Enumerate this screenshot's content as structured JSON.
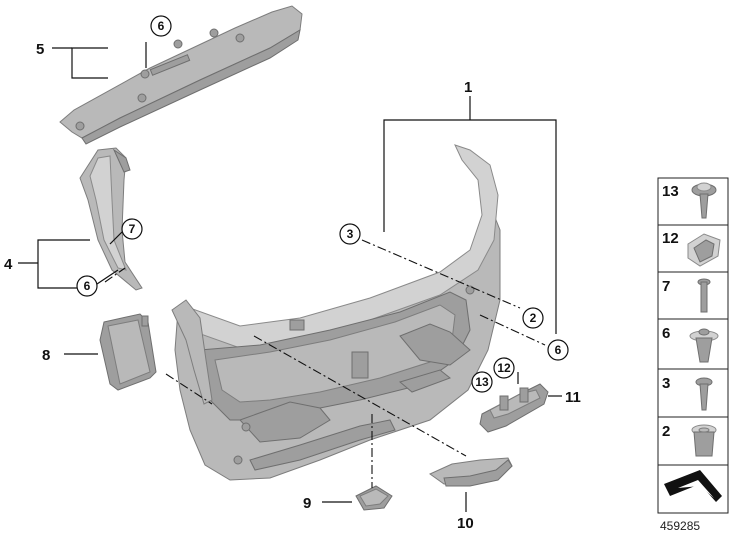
{
  "callouts": {
    "c1": "1",
    "c2": "2",
    "c3": "3",
    "c4": "4",
    "c5": "5",
    "c6a": "6",
    "c6b": "6",
    "c6c": "6",
    "c7": "7",
    "c8": "8",
    "c9": "9",
    "c10": "10",
    "c11": "11",
    "c12": "12",
    "c13": "13"
  },
  "legend": {
    "items": [
      {
        "label": "13",
        "icon": "screw-washer-icon"
      },
      {
        "label": "12",
        "icon": "spring-nut-icon"
      },
      {
        "label": "7",
        "icon": "bolt-icon"
      },
      {
        "label": "6",
        "icon": "expanding-rivet-icon"
      },
      {
        "label": "3",
        "icon": "screw-icon"
      },
      {
        "label": "2",
        "icon": "plastic-nut-icon"
      }
    ]
  },
  "diagram_id": "459285"
}
